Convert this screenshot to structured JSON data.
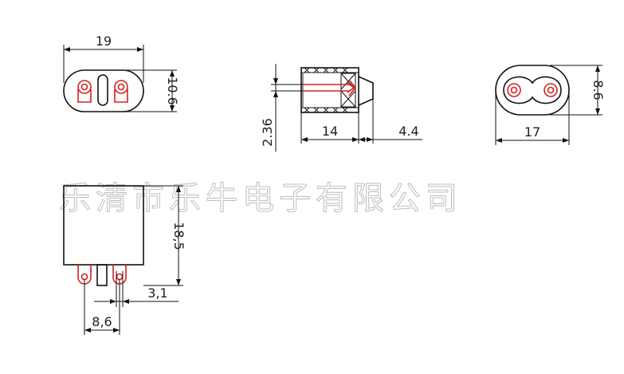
{
  "watermark": "乐清市乐牛电子有限公司",
  "views": {
    "front": {
      "width": "19",
      "height": "10.6"
    },
    "side": {
      "pin_diameter": "2.36",
      "body_length": "14",
      "pin_protrusion": "4.4"
    },
    "rear": {
      "width": "17",
      "height": "8.6"
    },
    "bottom": {
      "height": "18,5",
      "pin_offset": "3,1",
      "pin_spacing": "8,6"
    }
  },
  "colors": {
    "outline": "#111111",
    "contact": "#d62020",
    "watermark": "#bdbdbd"
  }
}
